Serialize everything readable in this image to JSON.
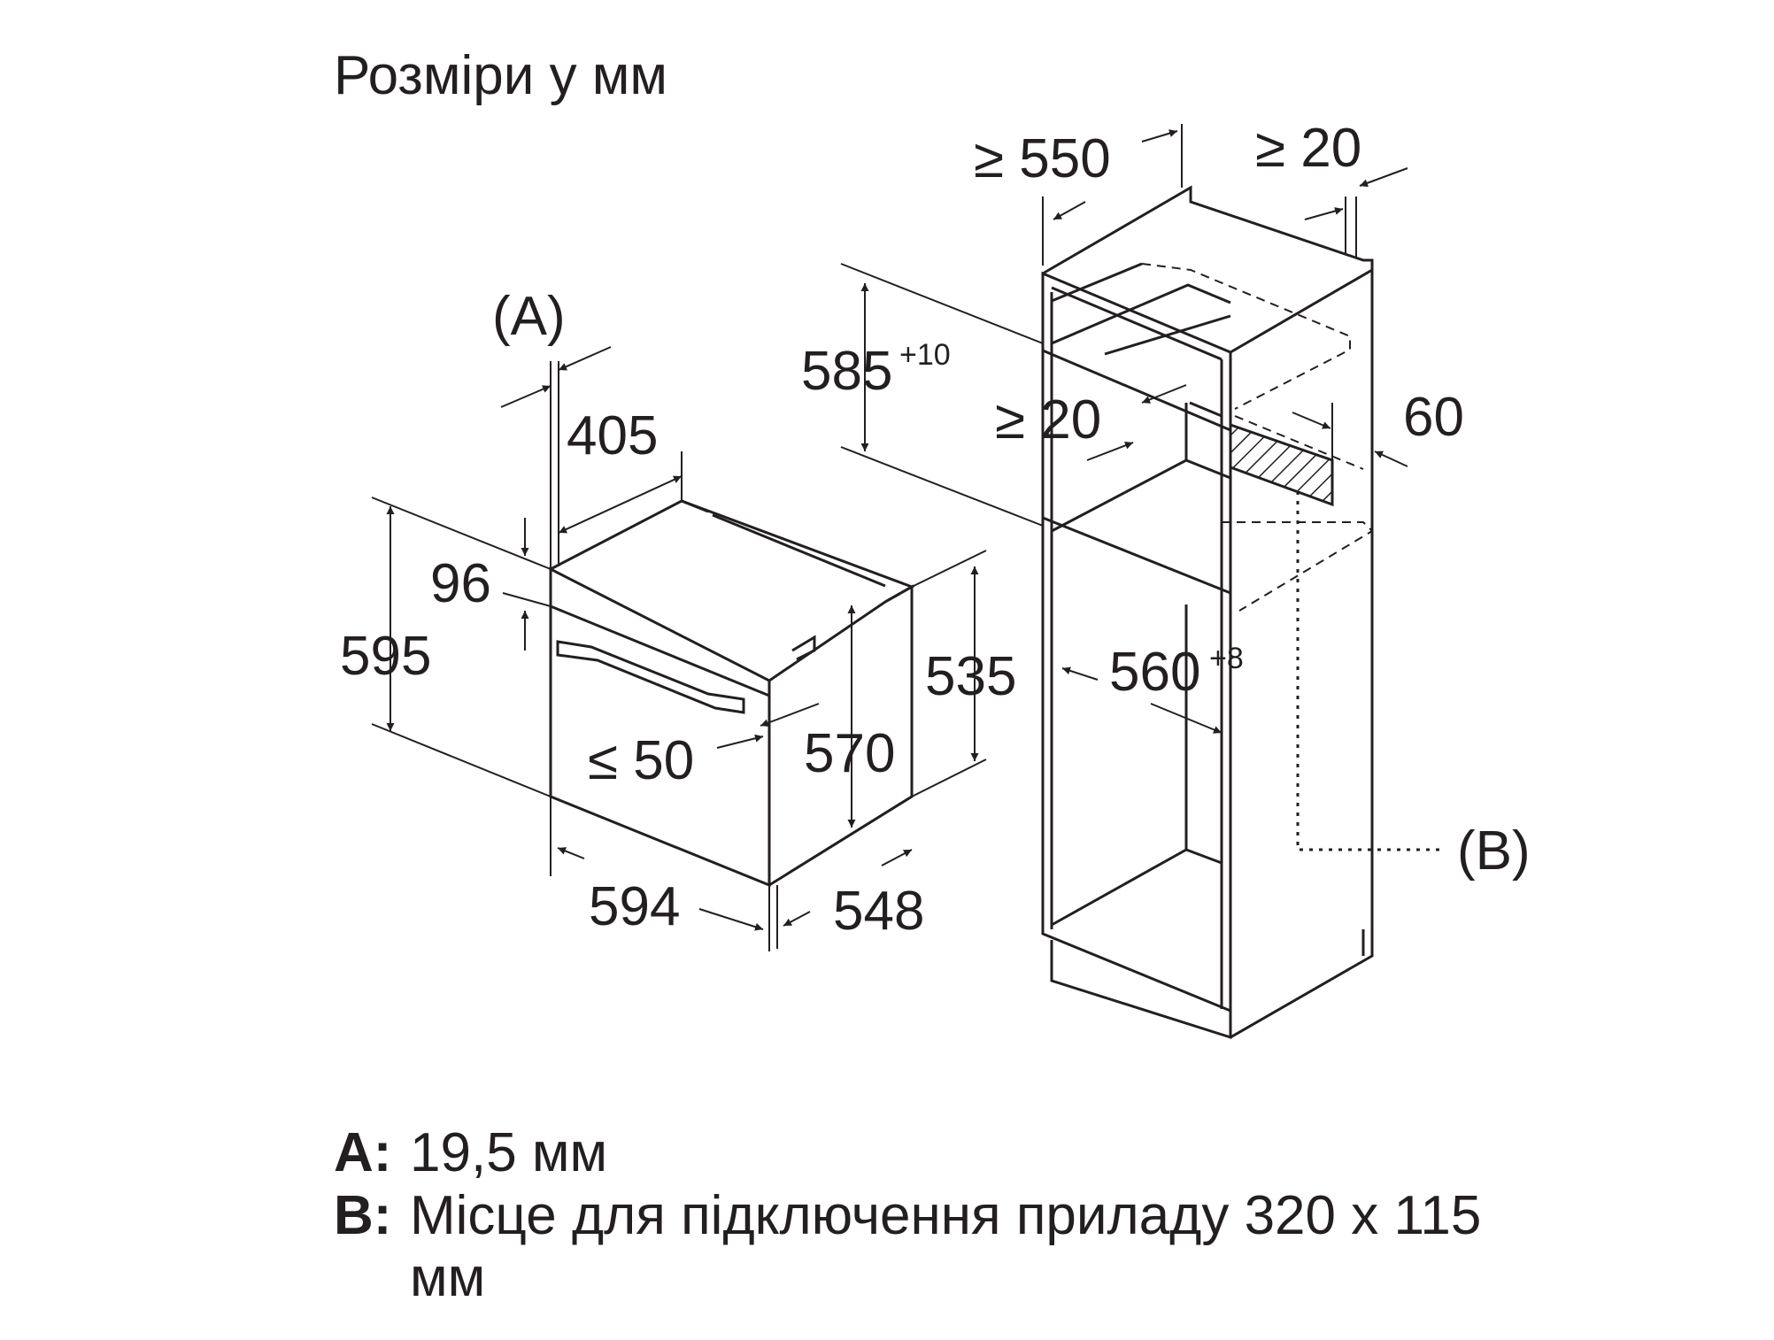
{
  "title": "Розміри у мм",
  "oven": {
    "label_a": "(A)",
    "dims": {
      "d405": "405",
      "d96": "96",
      "d595": "595",
      "d535": "535",
      "d570": "570",
      "d50": "≤ 50",
      "d594": "594",
      "d548": "548"
    }
  },
  "cabinet": {
    "label_b": "(B)",
    "dims": {
      "d550": "≥ 550",
      "d20_top": "≥ 20",
      "d585": "585",
      "d585_tol": "+10",
      "d20_mid": "≥ 20",
      "d60": "60",
      "d560": "560",
      "d560_tol": "+8"
    }
  },
  "legend": {
    "a_key": "A:",
    "a_text": "19,5 мм",
    "b_key": "B:",
    "b_text": "Місце для підключення приладу 320 x 115 мм"
  },
  "colors": {
    "ink": "#231f20",
    "background": "#ffffff"
  }
}
